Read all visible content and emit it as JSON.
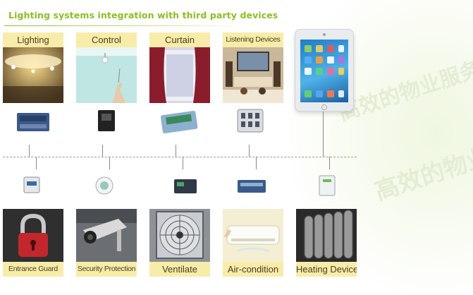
{
  "title": "Lighting systems integration with third party devices",
  "top_cards": [
    {
      "label": "Lighting",
      "small": false
    },
    {
      "label": "Control",
      "small": false
    },
    {
      "label": "Curtain",
      "small": false
    },
    {
      "label": "Listening Devices",
      "small": true
    }
  ],
  "bottom_cards": [
    {
      "label": "Entrance Guard",
      "small": true
    },
    {
      "label": "Security Protection",
      "small": true
    },
    {
      "label": "Ventilate",
      "small": false
    },
    {
      "label": "Air-condition",
      "small": false
    },
    {
      "label": "Heating Device",
      "small": false
    }
  ],
  "background_text": "高效的物业服务管理平台 优秀的",
  "colors": {
    "accent": "#8cbf1f",
    "label_bg": "#f7eca9",
    "label_text": "#4a3d1c"
  }
}
